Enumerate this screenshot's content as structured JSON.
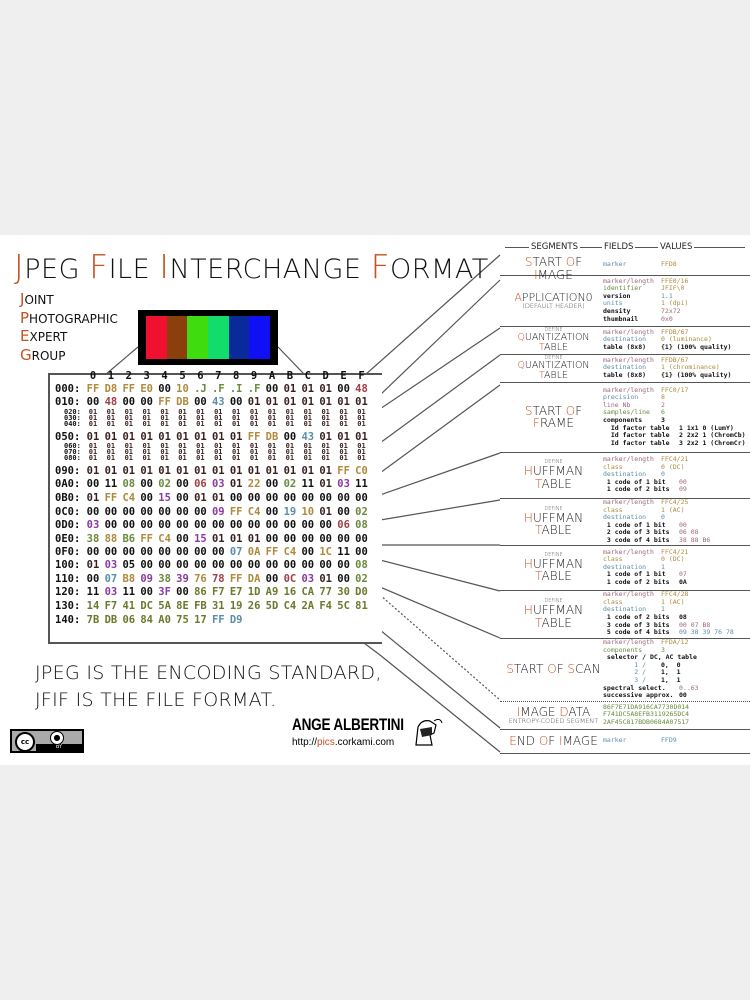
{
  "title_words": [
    "Jpeg",
    "File",
    "Interchange",
    "Format"
  ],
  "acronym": [
    "Joint",
    "Photographic",
    "Expert",
    "Group"
  ],
  "swatch_colors": [
    "#f0102f",
    "#8b3f0a",
    "#3fdc10",
    "#13dd6a",
    "#0a2a9b",
    "#1010f5"
  ],
  "hex": {
    "columns": [
      "0",
      "1",
      "2",
      "3",
      "4",
      "5",
      "6",
      "7",
      "8",
      "9",
      "A",
      "B",
      "C",
      "D",
      "E",
      "F"
    ],
    "rows": [
      {
        "off": "000:",
        "bytes": [
          "FF",
          "D8",
          "FF",
          "E0",
          "00",
          "10",
          ".J",
          ".F",
          ".I",
          ".F",
          "00",
          "01",
          "01",
          "01",
          "00",
          "48"
        ]
      },
      {
        "off": "010:",
        "bytes": [
          "00",
          "48",
          "00",
          "00",
          "FF",
          "DB",
          "00",
          "43",
          "00",
          "01",
          "01",
          "01",
          "01",
          "01",
          "01",
          "01"
        ]
      },
      {
        "off": "020:",
        "bytes": [
          "01",
          "01",
          "01",
          "01",
          "01",
          "01",
          "01",
          "01",
          "01",
          "01",
          "01",
          "01",
          "01",
          "01",
          "01",
          "01"
        ]
      },
      {
        "off": "030:",
        "bytes": [
          "01",
          "01",
          "01",
          "01",
          "01",
          "01",
          "01",
          "01",
          "01",
          "01",
          "01",
          "01",
          "01",
          "01",
          "01",
          "01"
        ]
      },
      {
        "off": "040:",
        "bytes": [
          "01",
          "01",
          "01",
          "01",
          "01",
          "01",
          "01",
          "01",
          "01",
          "01",
          "01",
          "01",
          "01",
          "01",
          "01",
          "01"
        ]
      },
      {
        "off": "050:",
        "bytes": [
          "01",
          "01",
          "01",
          "01",
          "01",
          "01",
          "01",
          "01",
          "01",
          "FF",
          "DB",
          "00",
          "43",
          "01",
          "01",
          "01"
        ]
      },
      {
        "off": "060:",
        "bytes": [
          "01",
          "01",
          "01",
          "01",
          "01",
          "01",
          "01",
          "01",
          "01",
          "01",
          "01",
          "01",
          "01",
          "01",
          "01",
          "01"
        ]
      },
      {
        "off": "070:",
        "bytes": [
          "01",
          "01",
          "01",
          "01",
          "01",
          "01",
          "01",
          "01",
          "01",
          "01",
          "01",
          "01",
          "01",
          "01",
          "01",
          "01"
        ]
      },
      {
        "off": "080:",
        "bytes": [
          "01",
          "01",
          "01",
          "01",
          "01",
          "01",
          "01",
          "01",
          "01",
          "01",
          "01",
          "01",
          "01",
          "01",
          "01",
          "01"
        ]
      },
      {
        "off": "090:",
        "bytes": [
          "01",
          "01",
          "01",
          "01",
          "01",
          "01",
          "01",
          "01",
          "01",
          "01",
          "01",
          "01",
          "01",
          "01",
          "FF",
          "C0"
        ]
      },
      {
        "off": "0A0:",
        "bytes": [
          "00",
          "11",
          "08",
          "00",
          "02",
          "00",
          "06",
          "03",
          "01",
          "22",
          "00",
          "02",
          "11",
          "01",
          "03",
          "11"
        ]
      },
      {
        "off": "0B0:",
        "bytes": [
          "01",
          "FF",
          "C4",
          "00",
          "15",
          "00",
          "01",
          "01",
          "00",
          "00",
          "00",
          "00",
          "00",
          "00",
          "00",
          "00"
        ]
      },
      {
        "off": "0C0:",
        "bytes": [
          "00",
          "00",
          "00",
          "00",
          "00",
          "00",
          "00",
          "09",
          "FF",
          "C4",
          "00",
          "19",
          "10",
          "01",
          "00",
          "02"
        ]
      },
      {
        "off": "0D0:",
        "bytes": [
          "03",
          "00",
          "00",
          "00",
          "00",
          "00",
          "00",
          "00",
          "00",
          "00",
          "00",
          "00",
          "00",
          "00",
          "06",
          "08"
        ]
      },
      {
        "off": "0E0:",
        "bytes": [
          "38",
          "88",
          "B6",
          "FF",
          "C4",
          "00",
          "15",
          "01",
          "01",
          "01",
          "00",
          "00",
          "00",
          "00",
          "00",
          "00"
        ]
      },
      {
        "off": "0F0:",
        "bytes": [
          "00",
          "00",
          "00",
          "00",
          "00",
          "00",
          "00",
          "00",
          "07",
          "0A",
          "FF",
          "C4",
          "00",
          "1C",
          "11",
          "00"
        ]
      },
      {
        "off": "100:",
        "bytes": [
          "01",
          "03",
          "05",
          "00",
          "00",
          "00",
          "00",
          "00",
          "00",
          "00",
          "00",
          "00",
          "00",
          "00",
          "00",
          "08"
        ]
      },
      {
        "off": "110:",
        "bytes": [
          "00",
          "07",
          "B8",
          "09",
          "38",
          "39",
          "76",
          "78",
          "FF",
          "DA",
          "00",
          "0C",
          "03",
          "01",
          "00",
          "02"
        ]
      },
      {
        "off": "120:",
        "bytes": [
          "11",
          "03",
          "11",
          "00",
          "3F",
          "00",
          "86",
          "F7",
          "E7",
          "1D",
          "A9",
          "16",
          "CA",
          "77",
          "30",
          "D0"
        ]
      },
      {
        "off": "130:",
        "bytes": [
          "14",
          "F7",
          "41",
          "DC",
          "5A",
          "8E",
          "FB",
          "31",
          "19",
          "26",
          "5D",
          "C4",
          "2A",
          "F4",
          "5C",
          "81"
        ]
      },
      {
        "off": "140:",
        "bytes": [
          "7B",
          "DB",
          "06",
          "84",
          "A0",
          "75",
          "17",
          "FF",
          "D9"
        ]
      }
    ]
  },
  "tagline": [
    "JPEG IS THE ENCODING STANDARD,",
    "JFIF IS THE FILE FORMAT."
  ],
  "license": {
    "cc": "cc",
    "by": "BY"
  },
  "author": {
    "name": "ANGE ALBERTINI",
    "url_prefix": "http://",
    "url_highlight": "pics",
    "url_suffix": ".corkami.com"
  },
  "right_header": {
    "segments": "SEGMENTS",
    "fields": "FIELDS",
    "values": "VALUES"
  },
  "segments": [
    {
      "name": "START OF IMAGE",
      "fields": [
        [
          "marker",
          "FFD8",
          "cblue",
          "cval"
        ]
      ]
    },
    {
      "name": "APPLICATION0",
      "sub": "(DEFAULT HEADER)",
      "fields": [
        [
          "marker/length",
          "FFE0/16",
          "cmarker",
          "cval"
        ],
        [
          "identifier",
          "JFIF\\0",
          "cgreen",
          "cval"
        ],
        [
          "version",
          "1.1",
          "cblack",
          "cblue"
        ],
        [
          "units",
          "1 (dpi)",
          "cblue",
          "cval"
        ],
        [
          "density",
          "72x72",
          "cblack",
          "cmarker"
        ],
        [
          "thumbnail",
          "0x0",
          "cblack",
          "cmarker"
        ]
      ]
    },
    {
      "pre": "DEFINE",
      "name": "QUANTIZATION TABLE",
      "fields": [
        [
          "marker/length",
          "FFDB/67",
          "cmarker",
          "cval"
        ],
        [
          "destination",
          "0 (luminance)",
          "cblue",
          "cval"
        ],
        [
          "table (8x8)",
          "{1} (100% quality)",
          "cblack",
          "cblack"
        ]
      ]
    },
    {
      "pre": "DEFINE",
      "name": "QUANTIZATION TABLE",
      "fields": [
        [
          "marker/length",
          "FFDB/67",
          "cmarker",
          "cval"
        ],
        [
          "destination",
          "1 (chrominance)",
          "cblue",
          "cval"
        ],
        [
          "table (8x8)",
          "{1} (100% quality)",
          "cblack",
          "cblack"
        ]
      ]
    },
    {
      "name": "START OF FRAME",
      "fields": [
        [
          "marker/length",
          "FFC0/17",
          "cmarker",
          "cval"
        ],
        [
          "precision",
          "8",
          "cblue",
          "cval"
        ],
        [
          "line Nb",
          "2",
          "cmarker",
          "cmarker"
        ],
        [
          "samples/line",
          "6",
          "cgreen",
          "cgreen"
        ],
        [
          "components",
          "3",
          "cblack",
          "cblack"
        ],
        [
          "  Id factor table",
          "1 1x1 0 (LumY)",
          "cblack",
          "cblack"
        ],
        [
          "  Id factor table",
          "2 2x2 1 (ChromCb)",
          "cblack",
          "cblack"
        ],
        [
          "  Id factor table",
          "3 2x2 1 (ChromCr)",
          "cblack",
          "cblack"
        ]
      ]
    },
    {
      "pre": "DEFINE",
      "name": "HUFFMAN TABLE",
      "fields": [
        [
          "marker/length",
          "FFC4/21",
          "cmarker",
          "cval"
        ],
        [
          "class",
          "0 (DC)",
          "cval",
          "cval"
        ],
        [
          "destination",
          "0",
          "cblue",
          "cblue"
        ],
        [
          " 1 code of 1 bit",
          "00",
          "cblack",
          "cmarker"
        ],
        [
          " 1 code of 2 bits",
          "09",
          "cblack",
          "cmarker"
        ]
      ]
    },
    {
      "pre": "DEFINE",
      "name": "HUFFMAN TABLE",
      "fields": [
        [
          "marker/length",
          "FFC4/25",
          "cmarker",
          "cval"
        ],
        [
          "class",
          "1 (AC)",
          "cval",
          "cval"
        ],
        [
          "destination",
          "0",
          "cblue",
          "cblue"
        ],
        [
          " 1 code of 1 bit",
          "00",
          "cblack",
          "cmarker"
        ],
        [
          " 2 code of 3 bits",
          "06 08",
          "cblack",
          "cmarker"
        ],
        [
          " 3 code of 4 bits",
          "38 88 B6",
          "cblack",
          "cmarker"
        ]
      ]
    },
    {
      "pre": "DEFINE",
      "name": "HUFFMAN TABLE",
      "fields": [
        [
          "marker/length",
          "FFC4/21",
          "cmarker",
          "cval"
        ],
        [
          "class",
          "0 (DC)",
          "cval",
          "cval"
        ],
        [
          "destination",
          "1",
          "cblue",
          "cblue"
        ],
        [
          " 1 code of 1 bit",
          "07",
          "cblack",
          "cmarker"
        ],
        [
          " 1 code of 2 bits",
          "0A",
          "cblack",
          "cblack"
        ]
      ]
    },
    {
      "pre": "DEFINE",
      "name": "HUFFMAN TABLE",
      "fields": [
        [
          "marker/length",
          "FFC4/28",
          "cmarker",
          "cval"
        ],
        [
          "class",
          "1 (AC)",
          "cval",
          "cval"
        ],
        [
          "destination",
          "1",
          "cblue",
          "cblue"
        ],
        [
          " 1 code of 2 bits",
          "08",
          "cblack",
          "cblack"
        ],
        [
          " 3 code of 3 bits",
          "00 07 B8",
          "cblack",
          "cmarker"
        ],
        [
          " 5 code of 4 bits",
          "09 38 39 76 78",
          "cblack",
          "cblue"
        ]
      ]
    },
    {
      "name": "START OF SCAN",
      "fields": [
        [
          "marker/length",
          "FFDA/12",
          "cmarker",
          "cval"
        ],
        [
          "components",
          "3",
          "cgreen",
          "cgreen"
        ],
        [
          " selector / DC, AC table",
          "",
          "cblack",
          "cblack"
        ],
        [
          "        1 /",
          "0,  0",
          "cblue",
          "cblack"
        ],
        [
          "        2 /",
          "1,  1",
          "cblue",
          "cblack"
        ],
        [
          "        3 /",
          "1,  1",
          "cblue",
          "cblack"
        ],
        [
          "spectral select.",
          "0..63",
          "cblack",
          "cmarker"
        ],
        [
          "successive approx.",
          "00",
          "cblack",
          "cblack"
        ]
      ]
    },
    {
      "name": "IMAGE DATA",
      "sub": "ENTROPY-CODED SEGMENT",
      "fields": [
        [
          "86F7E71DA916CA7730D014",
          "",
          "cgreen",
          "cgreen"
        ],
        [
          "F741DC5A8EFB3119265DC4",
          "",
          "cgreen",
          "cgreen"
        ],
        [
          "2AF45C817BDB0684A07517",
          "",
          "cgreen",
          "cgreen"
        ]
      ]
    },
    {
      "name": "END OF IMAGE",
      "fields": [
        [
          "marker",
          "FFD9",
          "cblue",
          "cblue"
        ]
      ]
    }
  ]
}
